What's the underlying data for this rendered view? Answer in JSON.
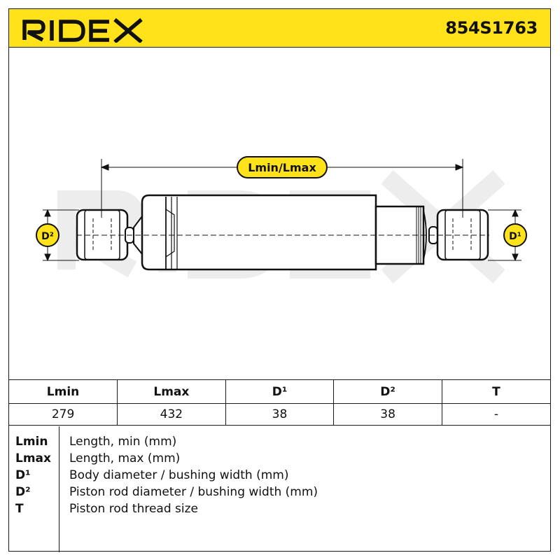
{
  "brand": {
    "logo_text": "RIDEX",
    "watermark_text": "RIDEX",
    "color": "#ffe21a"
  },
  "part_number": "854S1763",
  "drawing": {
    "dimension_label": "Lmin/Lmax",
    "left_diameter_label": "D²",
    "right_diameter_label": "D¹",
    "icon": "shock-absorber-icon"
  },
  "specs_table": {
    "headers": [
      "Lmin",
      "Lmax",
      "D¹",
      "D²",
      "T"
    ],
    "values": [
      "279",
      "432",
      "38",
      "38",
      "-"
    ]
  },
  "legend": [
    {
      "key": "Lmin",
      "desc": "Length, min (mm)"
    },
    {
      "key": "Lmax",
      "desc": "Length, max (mm)"
    },
    {
      "key": "D¹",
      "desc": "Body diameter / bushing width (mm)"
    },
    {
      "key": "D²",
      "desc": "Piston rod diameter / bushing width (mm)"
    },
    {
      "key": "T",
      "desc": "Piston rod thread size"
    }
  ]
}
